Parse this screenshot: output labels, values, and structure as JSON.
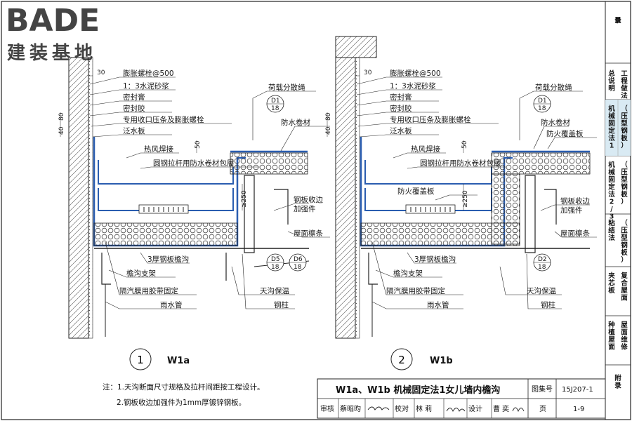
{
  "logo": {
    "brand": "BADE",
    "subtitle": "建装基地"
  },
  "sidebar": {
    "items": [
      {
        "text": "目\n录"
      },
      {
        "text": "总说明"
      },
      {
        "text": "工程做法"
      },
      {
        "text": "机械固定法1\n（压型钢板）"
      },
      {
        "text": "机械固定法2/3\n（压型钢板）"
      },
      {
        "text": "粘结法\n（压型钢板）"
      },
      {
        "text": "夹芯板"
      },
      {
        "text": "复合屋面"
      },
      {
        "text": "种植屋面"
      },
      {
        "text": "屋面维修"
      },
      {
        "text": "附录"
      }
    ]
  },
  "detail_a": {
    "labels": {
      "bolt": "膨胀螺栓@500",
      "mortar": "1：3水泥砂浆",
      "sealant1": "密封膏",
      "sealant2": "密封胶",
      "clip": "专用收口压条及膨胀螺栓",
      "flashing": "泛水板",
      "weld": "热风焊接",
      "cover": "圆钢拉杆用防水卷材包履",
      "load": "荷载分散绳",
      "membrane": "防水卷材",
      "edge": "钢板收边\n加强件",
      "purlin": "屋面檩条",
      "gutter": "3厚钢板檐沟",
      "bracket": "檐沟支架",
      "vapor": "隔汽膜用胶带固定",
      "insul": "天沟保温",
      "pipe": "雨水管",
      "column": "钢柱"
    },
    "dims": {
      "d30": "30",
      "d80": "80",
      "d40": "40",
      "d50": "50",
      "d250": "≥250"
    },
    "callouts": [
      {
        "top": "D1",
        "bottom": "18"
      },
      {
        "top": "D5",
        "bottom": "18"
      },
      {
        "top": "D6",
        "bottom": "18"
      }
    ],
    "number": "1",
    "code": "W1a"
  },
  "detail_b": {
    "labels": {
      "bolt": "膨胀螺栓@500",
      "mortar": "1：3水泥砂浆",
      "sealant1": "密封膏",
      "sealant2": "密封胶",
      "clip": "专用收口压条及膨胀螺栓",
      "flashing": "泛水板",
      "weld": "热风焊接",
      "cover": "圆钢拉杆用防水卷材包履",
      "load": "荷载分散绳",
      "membrane": "防水卷材",
      "fireboard": "防火覆盖板",
      "fireboard2": "防火覆盖板",
      "edge": "钢板收边\n加强件",
      "purlin": "屋面檩条",
      "gutter": "3厚钢板檐沟",
      "bracket": "檐沟支架",
      "vapor": "隔汽膜用胶带固定",
      "insul": "天沟保温",
      "pipe": "雨水管",
      "column": "钢柱"
    },
    "dims": {
      "d30": "30",
      "d80": "80",
      "d40": "40",
      "d50": "50",
      "d250": "≥250"
    },
    "callouts": [
      {
        "top": "D1",
        "bottom": "18"
      },
      {
        "top": "D2",
        "bottom": "18"
      }
    ],
    "number": "2",
    "code": "W1b"
  },
  "notes": {
    "n1": "注：1.天沟断面尺寸规格及拉杆间距按工程设计。",
    "n2": "2.钢板收边加强件为1mm厚镀锌钢板。"
  },
  "title_block": {
    "title": "W1a、W1b 机械固定法1女儿墙内檐沟",
    "atlas_label": "图集号",
    "atlas_no": "15J207-1",
    "review_label": "审核",
    "reviewer": "蔡昭昀",
    "check_label": "校对",
    "checker": "林 莉",
    "design_label": "设计",
    "designer": "曹 奕",
    "page_label": "页",
    "page_no": "1-9"
  }
}
